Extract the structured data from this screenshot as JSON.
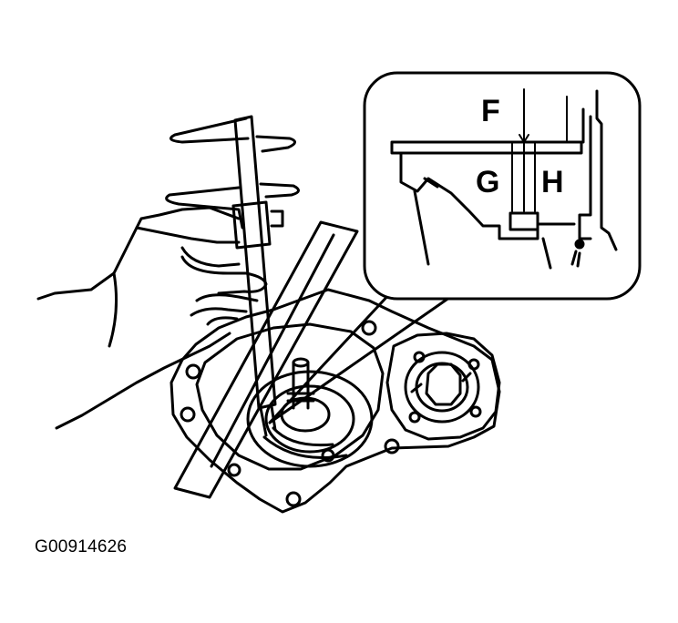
{
  "figure": {
    "callout_labels": {
      "f": "F",
      "g": "G",
      "h": "H"
    },
    "figure_id": "G00914626",
    "line_color": "#000000",
    "background_color": "#ffffff"
  }
}
